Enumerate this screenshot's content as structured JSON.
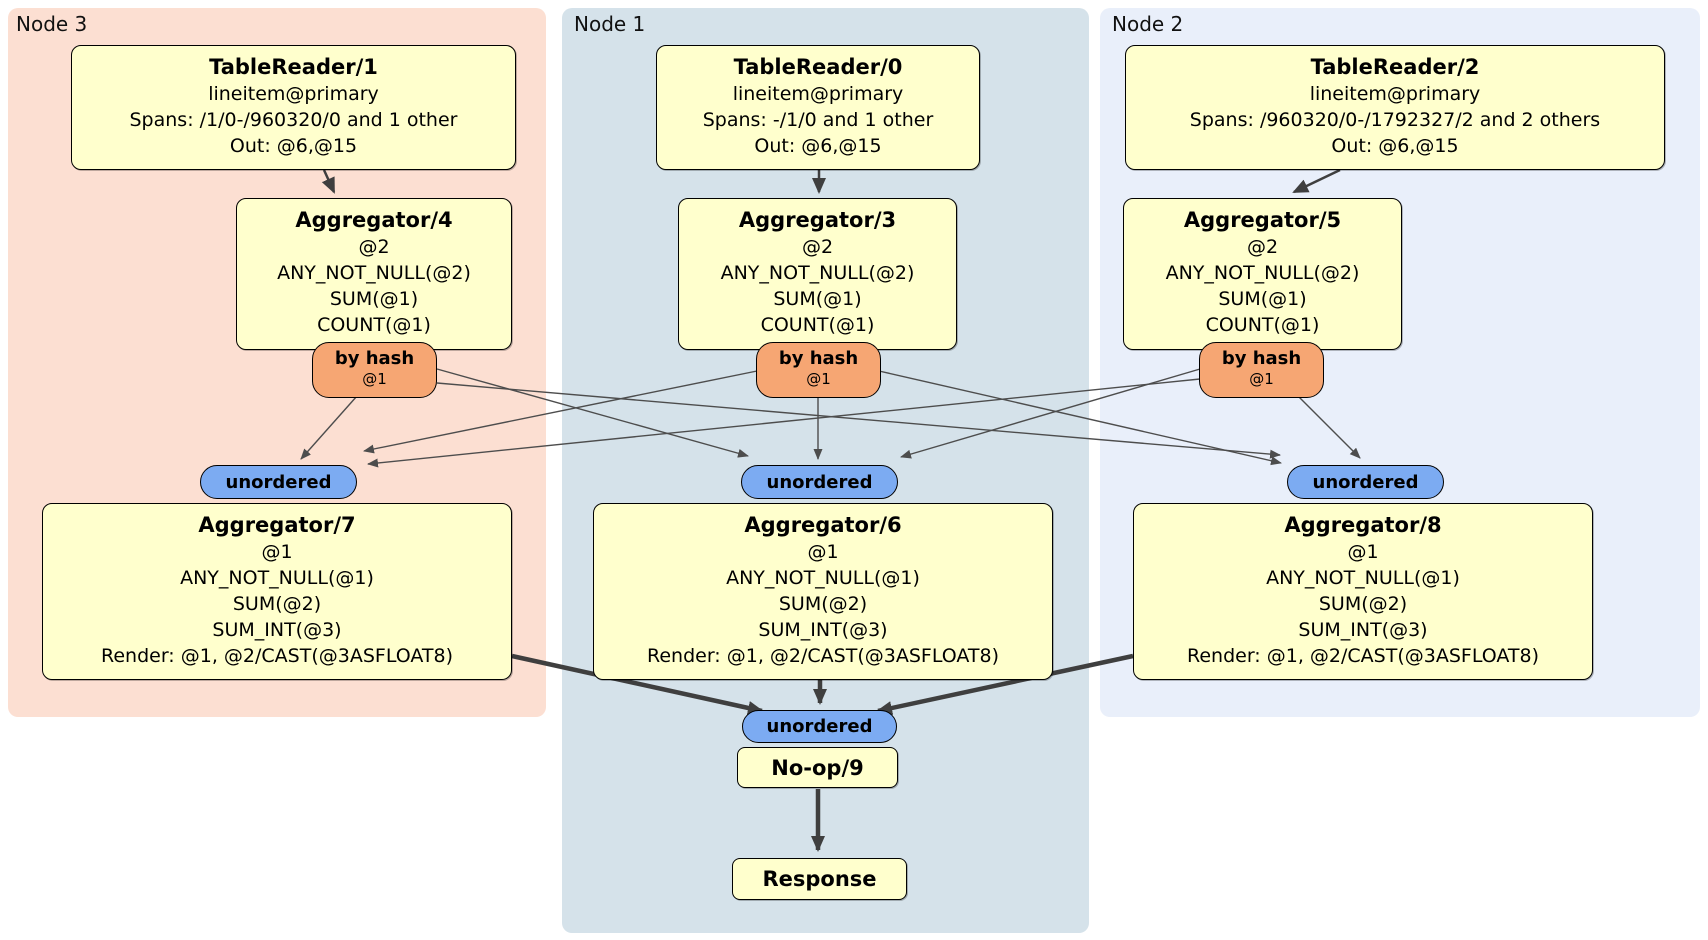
{
  "regions": {
    "node3": {
      "label": "Node 3",
      "bg": "#fcdfd2"
    },
    "node1": {
      "label": "Node 1",
      "bg": "#d5e2ea"
    },
    "node2": {
      "label": "Node 2",
      "bg": "#e9effa"
    }
  },
  "nodes": {
    "tr1": {
      "title": "TableReader/1",
      "lines": [
        "lineitem@primary",
        "Spans: /1/0-/960320/0 and 1 other",
        "Out: @6,@15"
      ]
    },
    "tr0": {
      "title": "TableReader/0",
      "lines": [
        "lineitem@primary",
        "Spans: -/1/0 and 1 other",
        "Out: @6,@15"
      ]
    },
    "tr2": {
      "title": "TableReader/2",
      "lines": [
        "lineitem@primary",
        "Spans: /960320/0-/1792327/2 and 2 others",
        "Out: @6,@15"
      ]
    },
    "agg4": {
      "title": "Aggregator/4",
      "lines": [
        "@2",
        "ANY_NOT_NULL(@2)",
        "SUM(@1)",
        "COUNT(@1)"
      ]
    },
    "agg3": {
      "title": "Aggregator/3",
      "lines": [
        "@2",
        "ANY_NOT_NULL(@2)",
        "SUM(@1)",
        "COUNT(@1)"
      ]
    },
    "agg5": {
      "title": "Aggregator/5",
      "lines": [
        "@2",
        "ANY_NOT_NULL(@2)",
        "SUM(@1)",
        "COUNT(@1)"
      ]
    },
    "agg7": {
      "title": "Aggregator/7",
      "lines": [
        "@1",
        "ANY_NOT_NULL(@1)",
        "SUM(@2)",
        "SUM_INT(@3)",
        "Render: @1, @2/CAST(@3ASFLOAT8)"
      ]
    },
    "agg6": {
      "title": "Aggregator/6",
      "lines": [
        "@1",
        "ANY_NOT_NULL(@1)",
        "SUM(@2)",
        "SUM_INT(@3)",
        "Render: @1, @2/CAST(@3ASFLOAT8)"
      ]
    },
    "agg8": {
      "title": "Aggregator/8",
      "lines": [
        "@1",
        "ANY_NOT_NULL(@1)",
        "SUM(@2)",
        "SUM_INT(@3)",
        "Render: @1, @2/CAST(@3ASFLOAT8)"
      ]
    },
    "noop": {
      "title": "No-op/9"
    },
    "response": {
      "title": "Response"
    }
  },
  "routers": {
    "byhash4": {
      "label": "by hash",
      "key": "@1"
    },
    "byhash3": {
      "label": "by hash",
      "key": "@1"
    },
    "byhash5": {
      "label": "by hash",
      "key": "@1"
    }
  },
  "streams": {
    "unordered7": {
      "label": "unordered"
    },
    "unordered6": {
      "label": "unordered"
    },
    "unordered8": {
      "label": "unordered"
    },
    "unordered9": {
      "label": "unordered"
    }
  },
  "colors": {
    "node3_bg": "#fcdfd2",
    "node1_bg": "#d5e2ea",
    "node2_bg": "#e9effa",
    "processor_bg": "#ffffcd",
    "router_bg": "#f6a673",
    "stream_bg": "#7cabf2",
    "edge_thin": "#4d4d4d",
    "edge_thick": "#3f3f3f"
  }
}
